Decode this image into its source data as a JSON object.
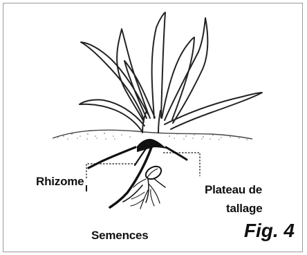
{
  "diagram": {
    "labels": {
      "rhizome": "Rhizome",
      "plateau_line1": "Plateau de",
      "plateau_line2": "tallage",
      "semences": "Semences"
    },
    "figure_caption": "Fig. 4"
  },
  "colors": {
    "ink": "#111111",
    "frame": "#9a9a9a",
    "background": "#ffffff"
  }
}
